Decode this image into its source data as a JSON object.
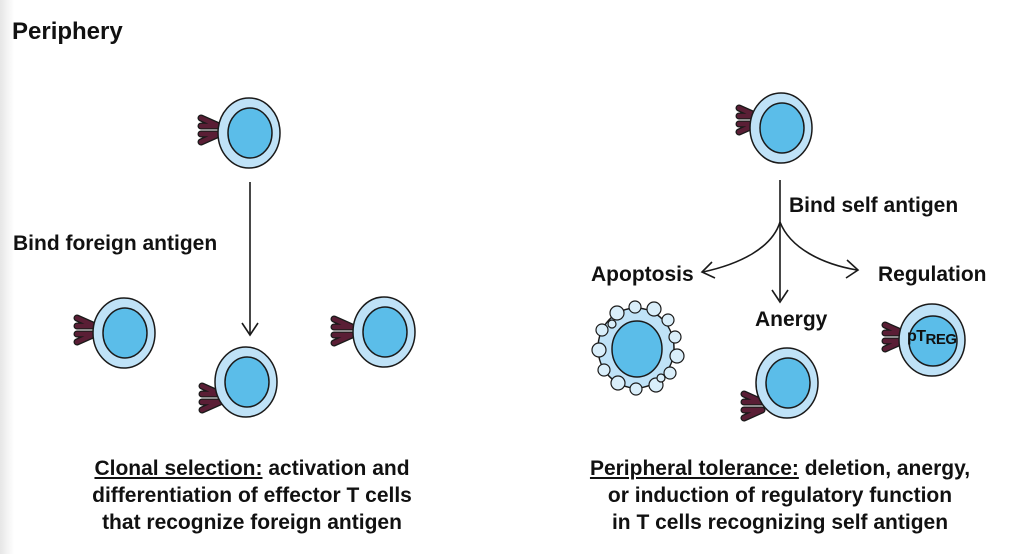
{
  "title": "Periphery",
  "left_panel": {
    "arrow_label": "Bind foreign antigen",
    "caption_term": "Clonal selection:",
    "caption_line1_rest": " activation and",
    "caption_line2": "differentiation of effector T cells",
    "caption_line3": "that recognize foreign antigen"
  },
  "right_panel": {
    "arrow_label": "Bind self antigen",
    "branch_apoptosis": "Apoptosis",
    "branch_anergy": "Anergy",
    "branch_regulation": "Regulation",
    "treg_prefix": "pT",
    "treg_sub": "REG",
    "caption_term": "Peripheral tolerance:",
    "caption_line1_rest": " deletion, anergy,",
    "caption_line2": "or induction of regulatory function",
    "caption_line3": "in T cells recognizing self antigen"
  },
  "colors": {
    "cell_outer": "#bfe2f7",
    "cell_nucleus": "#5bbde9",
    "outline": "#1a1a1a",
    "receptor": "#5a1e35",
    "arrow": "#1a1a1a"
  }
}
